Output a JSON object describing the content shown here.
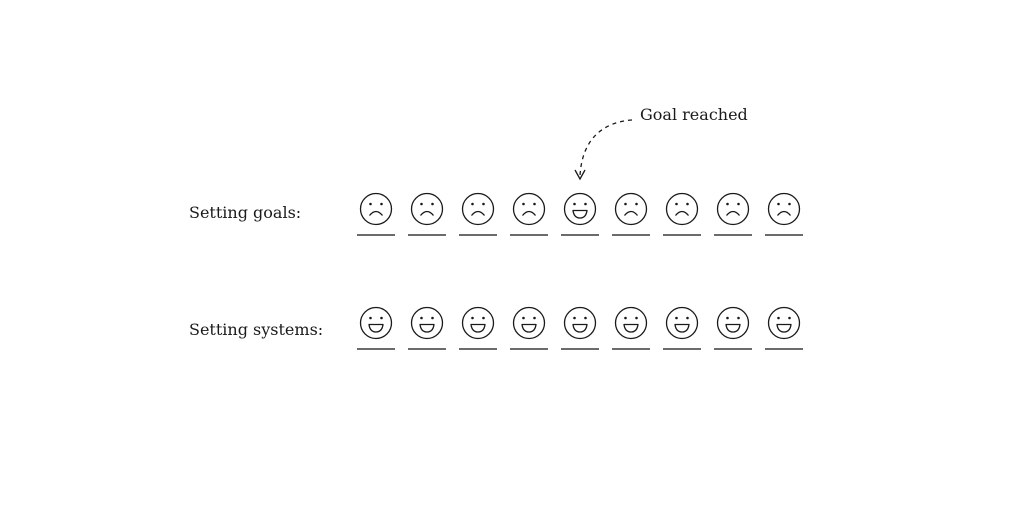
{
  "annotation": {
    "text": "Goal reached",
    "target_index": 4
  },
  "rows": [
    {
      "key": "goals",
      "label": "Setting goals:",
      "faces": [
        "sad-face-icon",
        "sad-face-icon",
        "sad-face-icon",
        "sad-face-icon",
        "happy-face-icon",
        "sad-face-icon",
        "sad-face-icon",
        "sad-face-icon",
        "sad-face-icon"
      ]
    },
    {
      "key": "systems",
      "label": "Setting systems:",
      "faces": [
        "happy-face-icon",
        "happy-face-icon",
        "happy-face-icon",
        "happy-face-icon",
        "happy-face-icon",
        "happy-face-icon",
        "happy-face-icon",
        "happy-face-icon",
        "happy-face-icon"
      ]
    }
  ],
  "colors": {
    "ink": "#1a1a1a",
    "underline": "#3a3a3a",
    "background": "#ffffff"
  }
}
